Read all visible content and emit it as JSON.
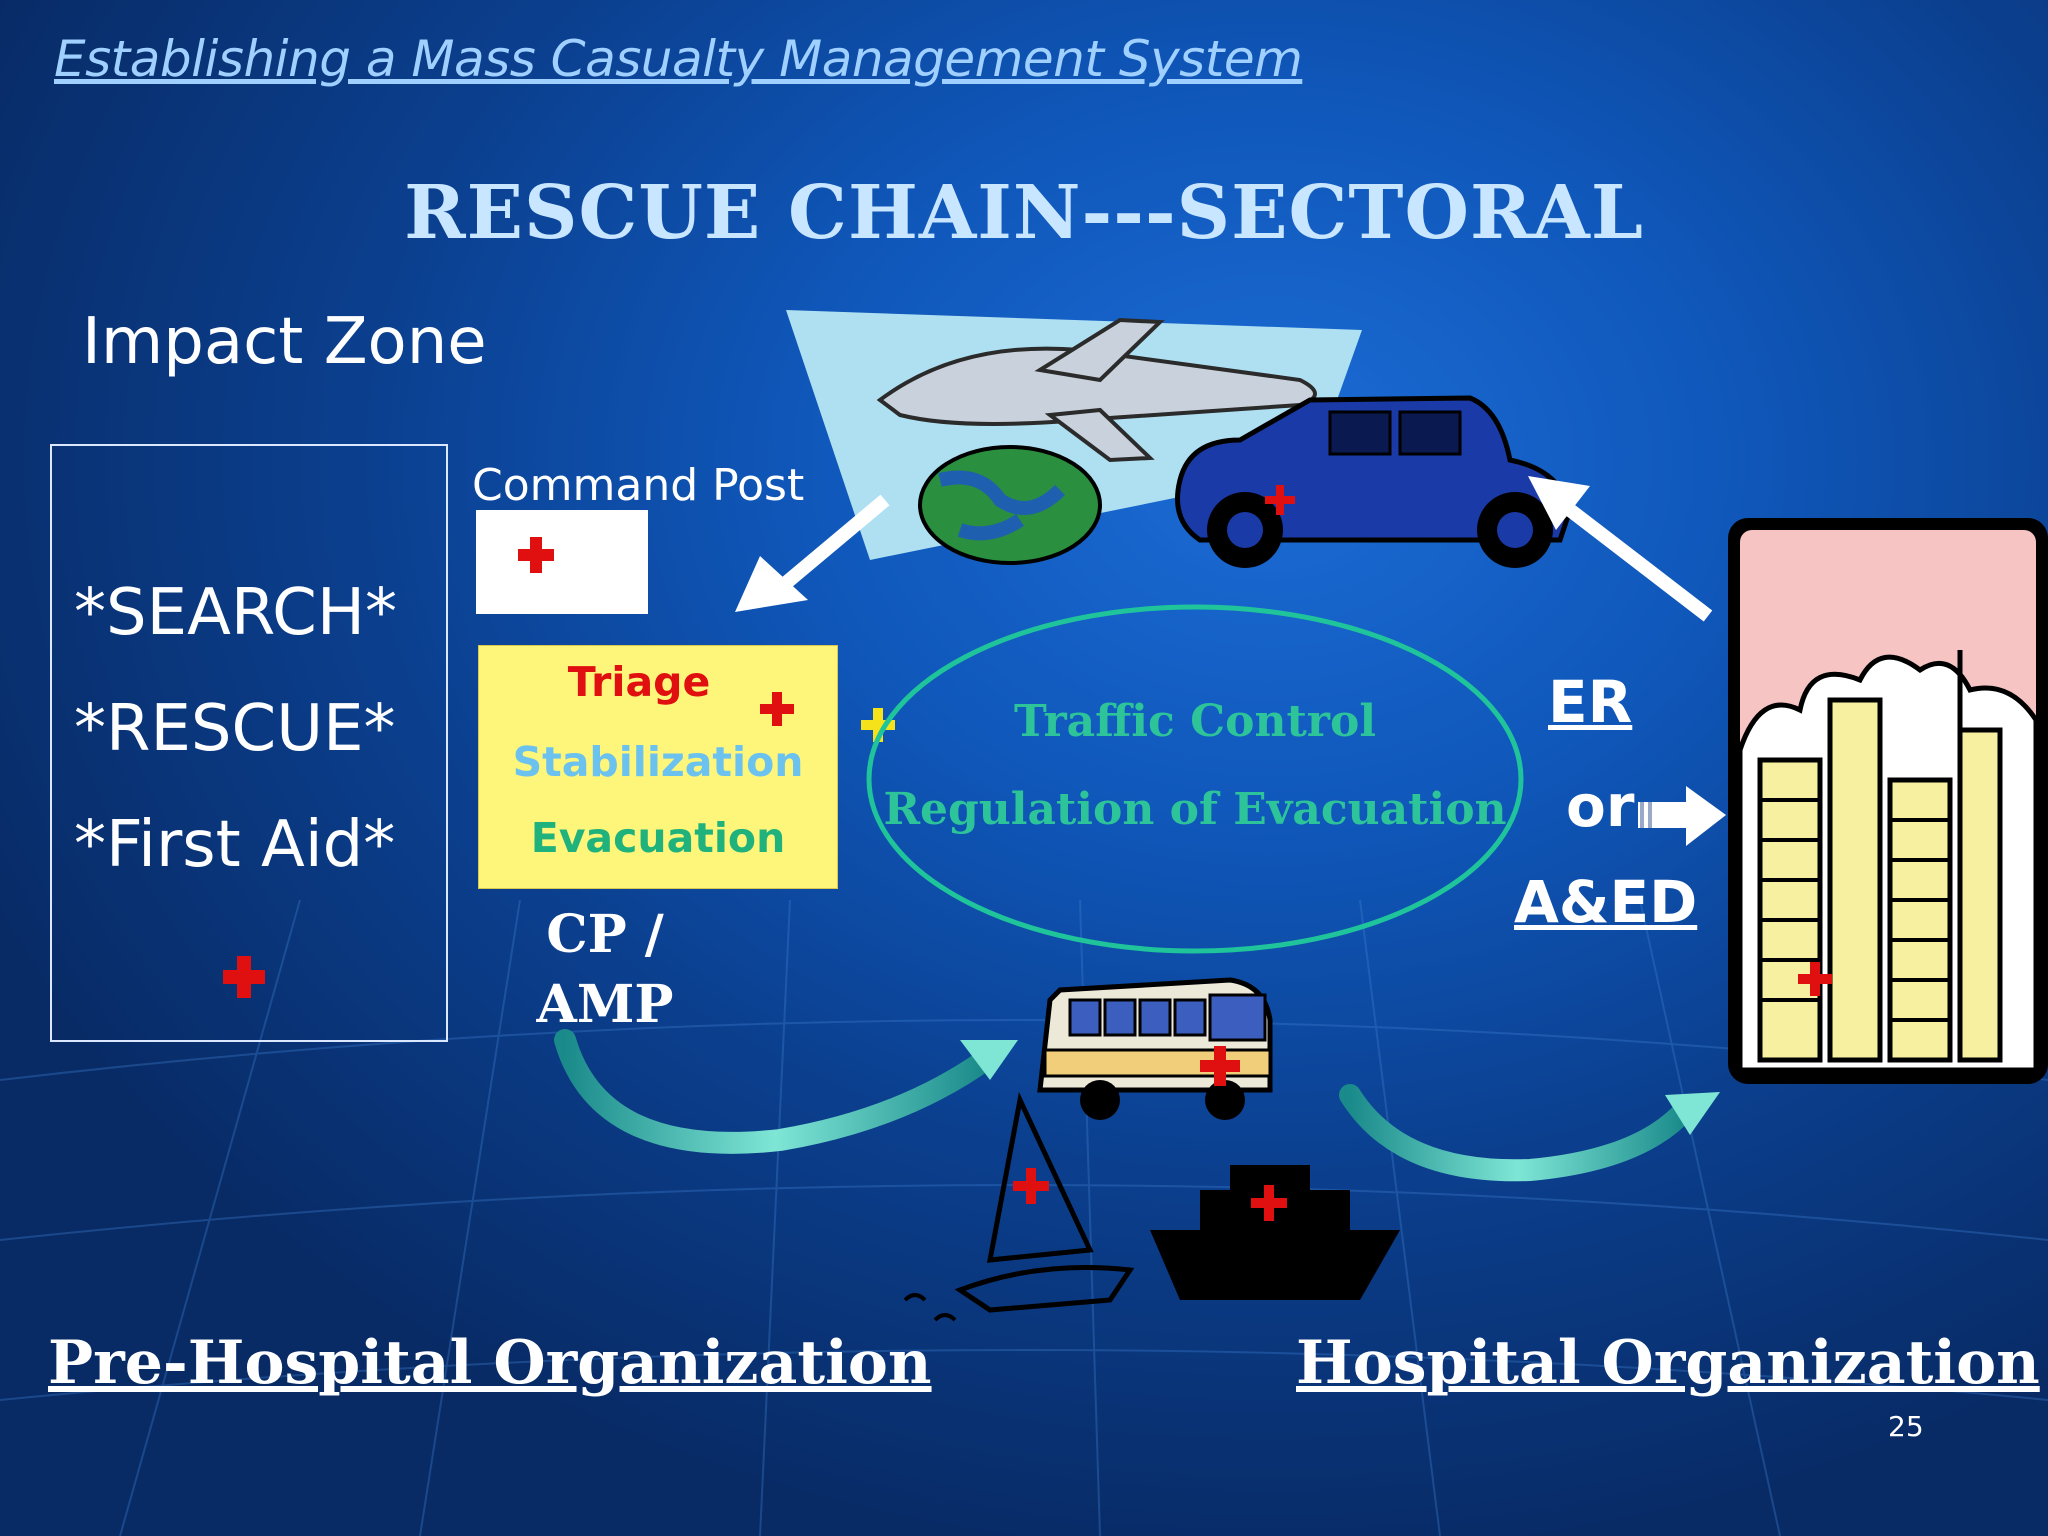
{
  "slide": {
    "subtitle": "Establishing a Mass Casualty Management System",
    "title": "RESCUE CHAIN---SECTORAL",
    "page_number": "25"
  },
  "impact_zone": {
    "label": "Impact Zone",
    "items": [
      "*SEARCH*",
      "*RESCUE*",
      "*First Aid*"
    ]
  },
  "command_post": {
    "label": "Command Post"
  },
  "triage_box": {
    "lines": [
      "Triage",
      "Stabilization",
      "Evacuation"
    ],
    "colors": [
      "#e01010",
      "#6cc2ee",
      "#1fb27c"
    ]
  },
  "cp_amp": {
    "line1": "CP /",
    "line2": "AMP"
  },
  "traffic": {
    "line1": "Traffic Control",
    "line2": "Regulation of Evacuation"
  },
  "er": {
    "er": "ER",
    "or": "or",
    "aed": "A&ED"
  },
  "footer": {
    "pre_hospital": "Pre-Hospital Organization",
    "hospital": "Hospital Organization"
  },
  "colors": {
    "background": "#0f56b8",
    "title": "#c8e6ff",
    "subtitle": "#9fd0ff",
    "cross": "#e01010",
    "ellipse": "#1fc49a",
    "triage_bg": "#fef67a"
  }
}
